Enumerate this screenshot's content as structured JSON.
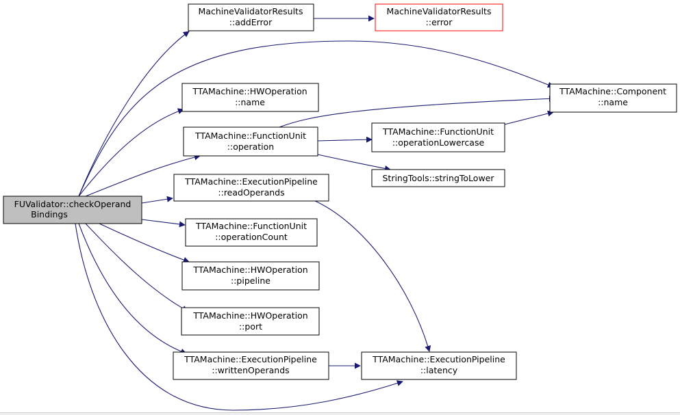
{
  "diagram": {
    "colors": {
      "edge": "#191970",
      "node_border": "#000000",
      "root_fill": "#bfbfbf",
      "node_fill": "#ffffff",
      "external_border": "#ff0000"
    },
    "nodes": {
      "root": [
        "FUValidator::checkOperand",
        "Bindings"
      ],
      "add_error": [
        "MachineValidatorResults",
        "::addError"
      ],
      "error": [
        "MachineValidatorResults",
        "::error"
      ],
      "component_name": [
        "TTAMachine::Component",
        "::name"
      ],
      "hwop_name": [
        "TTAMachine::HWOperation",
        "::name"
      ],
      "fu_operation": [
        "TTAMachine::FunctionUnit",
        "::operation"
      ],
      "fu_op_lowercase": [
        "TTAMachine::FunctionUnit",
        "::operationLowercase"
      ],
      "string_to_lower": [
        "StringTools::stringToLower"
      ],
      "read_operands": [
        "TTAMachine::ExecutionPipeline",
        "::readOperands"
      ],
      "fu_op_count": [
        "TTAMachine::FunctionUnit",
        "::operationCount"
      ],
      "hwop_pipeline": [
        "TTAMachine::HWOperation",
        "::pipeline"
      ],
      "hwop_port": [
        "TTAMachine::HWOperation",
        "::port"
      ],
      "written_operands": [
        "TTAMachine::ExecutionPipeline",
        "::writtenOperands"
      ],
      "latency": [
        "TTAMachine::ExecutionPipeline",
        "::latency"
      ]
    },
    "edges": [
      {
        "from": "root",
        "to": "add_error"
      },
      {
        "from": "add_error",
        "to": "error"
      },
      {
        "from": "root",
        "to": "component_name"
      },
      {
        "from": "root",
        "to": "hwop_name"
      },
      {
        "from": "root",
        "to": "fu_operation"
      },
      {
        "from": "fu_operation",
        "to": "component_name"
      },
      {
        "from": "fu_operation",
        "to": "fu_op_lowercase"
      },
      {
        "from": "fu_op_lowercase",
        "to": "component_name"
      },
      {
        "from": "fu_operation",
        "to": "string_to_lower"
      },
      {
        "from": "root",
        "to": "read_operands"
      },
      {
        "from": "read_operands",
        "to": "latency"
      },
      {
        "from": "root",
        "to": "fu_op_count"
      },
      {
        "from": "root",
        "to": "hwop_pipeline"
      },
      {
        "from": "root",
        "to": "hwop_port"
      },
      {
        "from": "root",
        "to": "written_operands"
      },
      {
        "from": "written_operands",
        "to": "latency"
      },
      {
        "from": "root",
        "to": "latency"
      }
    ]
  }
}
